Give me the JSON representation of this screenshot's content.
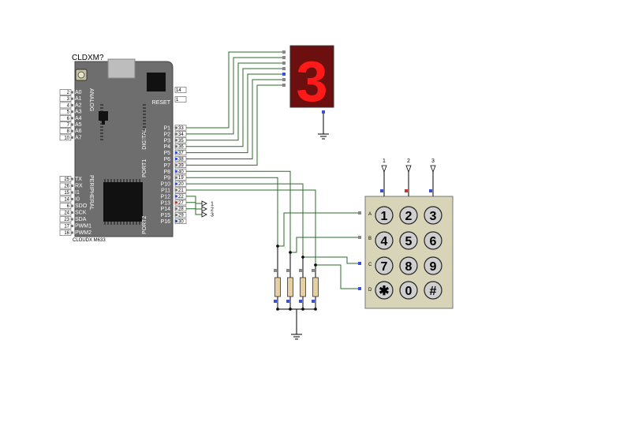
{
  "board": {
    "title": "CLDXM?",
    "subtitle": "CLOUDX M633",
    "section_labels": [
      "ANALOG",
      "DIGITAL",
      "PORT1",
      "PERIPHERAL",
      "PORT2"
    ],
    "reset_label": "RESET",
    "analog_pins": [
      {
        "num": "2",
        "label": "A0"
      },
      {
        "num": "3",
        "label": "A1"
      },
      {
        "num": "4",
        "label": "A2"
      },
      {
        "num": "5",
        "label": "A3"
      },
      {
        "num": "6",
        "label": "A4"
      },
      {
        "num": "7",
        "label": "A5"
      },
      {
        "num": "8",
        "label": "A6"
      },
      {
        "num": "10",
        "label": "A7"
      }
    ],
    "peripheral_pins": [
      {
        "num": "25",
        "label": "TX"
      },
      {
        "num": "26",
        "label": "RX"
      },
      {
        "num": "15",
        "label": "I1"
      },
      {
        "num": "14",
        "label": "I0"
      },
      {
        "num": "6",
        "label": "SDO"
      },
      {
        "num": "24",
        "label": "SCK"
      },
      {
        "num": "23",
        "label": "SDA"
      },
      {
        "num": "17",
        "label": "PWM1"
      },
      {
        "num": "16",
        "label": "PWM2"
      }
    ],
    "top_right_pins": [
      {
        "num": "14",
        "label": ""
      },
      {
        "num": "1",
        "label": "RESET"
      }
    ],
    "port_pins": [
      {
        "num": "33",
        "label": "P1"
      },
      {
        "num": "34",
        "label": "P2"
      },
      {
        "num": "35",
        "label": "P3"
      },
      {
        "num": "36",
        "label": "P4"
      },
      {
        "num": "37",
        "label": "P5"
      },
      {
        "num": "38",
        "label": "P6"
      },
      {
        "num": "39",
        "label": "P7"
      },
      {
        "num": "40",
        "label": "P8"
      },
      {
        "num": "19",
        "label": "P9"
      },
      {
        "num": "20",
        "label": "P10"
      },
      {
        "num": "21",
        "label": "P11"
      },
      {
        "num": "22",
        "label": "P12"
      },
      {
        "num": "27",
        "label": "P13"
      },
      {
        "num": "28",
        "label": "P14"
      },
      {
        "num": "29",
        "label": "P15"
      },
      {
        "num": "30",
        "label": "P16"
      }
    ]
  },
  "display": {
    "digit": "3",
    "color": "#ff1a1a",
    "bg": "#6b0f0f"
  },
  "keypad": {
    "keys": [
      "1",
      "2",
      "3",
      "4",
      "5",
      "6",
      "7",
      "8",
      "9",
      "✱",
      "0",
      "#"
    ],
    "rows": [
      "A",
      "B",
      "C",
      "D"
    ],
    "cols": [
      "1",
      "2",
      "3"
    ]
  },
  "terminals": [
    "1",
    "2",
    "3"
  ],
  "colors": {
    "board": "#6e6e6e",
    "wire": "#2b6b2b",
    "keypad": "#d8d4b8"
  }
}
